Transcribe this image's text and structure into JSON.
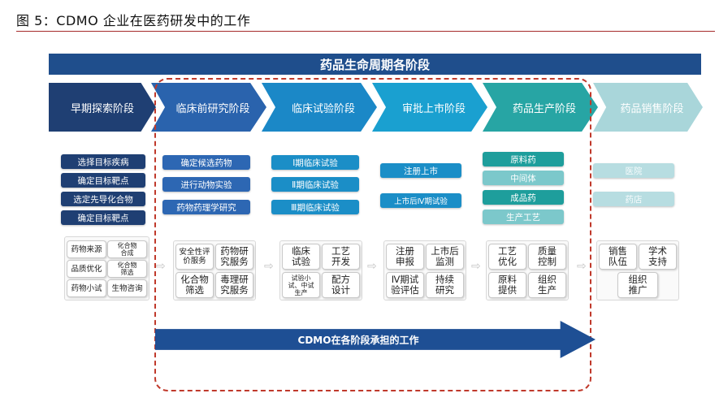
{
  "figure": {
    "title": "图 5：CDMO 企业在医药研发中的工作"
  },
  "banner": {
    "title": "药品生命周期各阶段"
  },
  "stages": [
    {
      "label": "早期探索阶段",
      "color": "#1f3f73"
    },
    {
      "label": "临床前研究阶段",
      "color": "#2a63ad"
    },
    {
      "label": "临床试验阶段",
      "color": "#1b88c7"
    },
    {
      "label": "审批上市阶段",
      "color": "#1aa0d0"
    },
    {
      "label": "药品生产阶段",
      "color": "#27a5a4"
    },
    {
      "label": "药品销售阶段",
      "color": "#a9d6da"
    }
  ],
  "col1": {
    "boxes": [
      "选择目标疾病",
      "确定目标靶点",
      "选定先导化合物",
      "确定目标靶点"
    ],
    "cards": [
      "药物来源",
      "化合物\n合成",
      "品质优化",
      "化合物\n筛选",
      "药物小试",
      "生物咨询"
    ]
  },
  "col2": {
    "boxes": [
      "确定候选药物",
      "进行动物实验",
      "药物药理学研究"
    ],
    "cards": [
      "安全性评\n价服务",
      "药物研\n究服务",
      "化合物\n筛选",
      "毒理研\n究服务"
    ]
  },
  "col3": {
    "boxes": [
      "Ⅰ期临床试验",
      "Ⅱ期临床试验",
      "Ⅲ期临床试验"
    ],
    "cards": [
      "临床\n试验",
      "工艺\n开发",
      "试验小\n试、中试\n生产",
      "配方\n设计"
    ]
  },
  "col4": {
    "boxes": [
      "注册上市",
      "上市后Ⅳ期试验"
    ],
    "cards": [
      "注册\n申报",
      "上市后\n监测",
      "Ⅳ期试\n验评估",
      "持续\n研究"
    ]
  },
  "col5": {
    "boxes": [
      "原料药",
      "中间体",
      "成品药",
      "生产工艺"
    ],
    "cards": [
      "工艺\n优化",
      "质量\n控制",
      "原料\n提供",
      "组织\n生产"
    ]
  },
  "col6": {
    "boxes": [
      "医院",
      "药店"
    ],
    "cards": [
      "销售\n队伍",
      "学术\n支持",
      "组织\n推广"
    ]
  },
  "flow": {
    "arrow_glyph": "⇨"
  },
  "cdmo_arrow": {
    "label": "CDMO在各阶段承担的工作"
  }
}
